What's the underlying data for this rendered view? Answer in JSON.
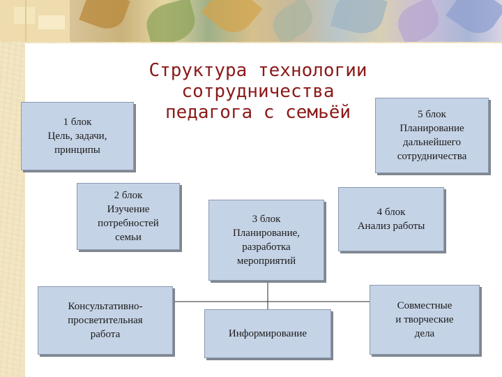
{
  "title": {
    "line1": "Структура технологии",
    "line2": "сотрудничества",
    "line3": "педагога с семьёй"
  },
  "blocks": {
    "b1": {
      "lines": [
        "1 блок",
        "Цель, задачи,",
        "принципы"
      ]
    },
    "b2": {
      "lines": [
        "2 блок",
        "Изучение",
        "потребностей",
        "семьи"
      ]
    },
    "b3": {
      "lines": [
        "3 блок",
        "Планирование,",
        "разработка",
        "мероприятий"
      ]
    },
    "b4": {
      "lines": [
        "4 блок",
        "Анализ работы"
      ]
    },
    "b5": {
      "lines": [
        "5 блок",
        "Планирование",
        "дальнейшего",
        "сотрудничества"
      ]
    },
    "c1": {
      "lines": [
        "Консультативно-",
        "просветительная",
        "работа"
      ]
    },
    "c2": {
      "lines": [
        "Информирование"
      ]
    },
    "c3": {
      "lines": [
        "Совместные",
        "и творческие",
        "дела"
      ]
    }
  },
  "colors": {
    "title": "#8b1a1a",
    "box_fill": "#c5d3e6",
    "box_border": "#8a9ab0",
    "shadow": "#7f8690",
    "background": "#f3e6c4"
  }
}
